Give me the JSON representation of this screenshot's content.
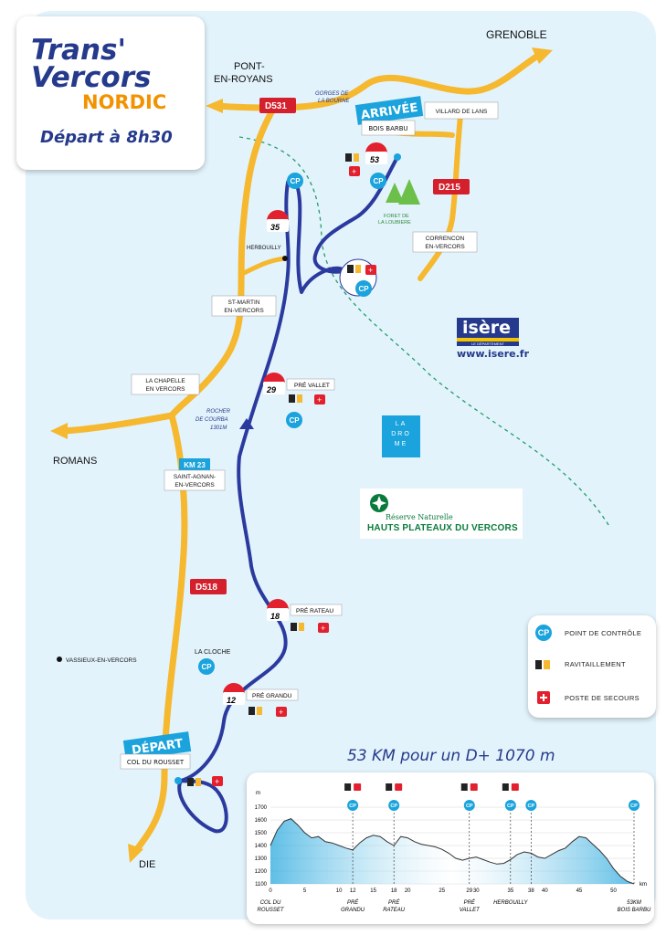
{
  "logo": {
    "line1": "Trans'",
    "line2": "Vercors",
    "line3": "NORDIC",
    "subtitle": "Départ à 8h30"
  },
  "colors": {
    "sea": "#e3f3fb",
    "road": "#f5b82e",
    "route": "#2b3a9e",
    "checkpoint": "#1aa3dc",
    "firstaid": "#e2202e",
    "brand_blue": "#253a8c",
    "brand_orange": "#f39200"
  },
  "cities": {
    "grenoble": "GRENOBLE",
    "pont_en_royans_1": "PONT-",
    "pont_en_royans_2": "EN-ROYANS",
    "romans": "ROMANS",
    "die": "DIE",
    "gorges_1": "GORGES DE",
    "gorges_2": "LA BOURNE",
    "vassieux": "VASSIEUX-EN-VERCORS",
    "la_cloche": "LA CLOCHE",
    "herbouilly": "HERBOUILLY",
    "rocher_1": "ROCHER",
    "rocher_2": "DE COURBA",
    "rocher_3": "1301M",
    "foret_1": "FORET DE",
    "foret_2": "LA LOUBIERE"
  },
  "roads": {
    "d531": "D531",
    "d215": "D215",
    "d518": "D518"
  },
  "villages": {
    "villard": "VILLARD DE LANS",
    "correncon_1": "CORRENCON",
    "correncon_2": "EN-VERCORS",
    "st_martin_1": "ST-MARTIN",
    "st_martin_2": "EN-VERCORS",
    "chapelle_1": "LA CHAPELLE",
    "chapelle_2": "EN VERCORS",
    "km23": "KM 23",
    "st_agnan_1": "SAINT-AGNAN-",
    "st_agnan_2": "EN-VERCORS",
    "depart_sub": "COL DU ROUSSET",
    "arrivee_sub": "BOIS BARBU"
  },
  "banners": {
    "depart": "DÉPART",
    "arrivee": "ARRIVÉE"
  },
  "stations": [
    {
      "km": "12",
      "unit": "km",
      "name": "PRÉ GRANDU"
    },
    {
      "km": "18",
      "unit": "km",
      "name": "PRÉ RATEAU"
    },
    {
      "km": "29",
      "unit": "km",
      "name": "PRÉ VALLET"
    },
    {
      "km": "35",
      "unit": "km",
      "name": ""
    },
    {
      "km": "53",
      "unit": "km",
      "name": ""
    }
  ],
  "cp_label": "CP",
  "legend": {
    "cp": "POINT DE CONTRÔLE",
    "food": "RAVITAILLEMENT",
    "aid": "POSTE DE SECOURS"
  },
  "isere": {
    "name": "isère",
    "tag": "LE DÉPARTEMENT",
    "url": "www.isere.fr"
  },
  "drome": [
    "LA",
    "DRO",
    "ME"
  ],
  "reserve": {
    "line1": "Réserve Naturelle",
    "line2": "HAUTS PLATEAUX DU VERCORS"
  },
  "profile": {
    "title": "53 KM pour un D+ 1070 m",
    "y_unit": "m",
    "x_unit": "km",
    "y_ticks": [
      "1100",
      "1200",
      "1300",
      "1400",
      "1500",
      "1600",
      "1700"
    ],
    "x_ticks": [
      "0",
      "5",
      "10",
      "15",
      "20",
      "25",
      "30",
      "35",
      "40",
      "45",
      "50"
    ],
    "extra_ticks": [
      "12",
      "18",
      "29",
      "38"
    ],
    "locations": [
      {
        "l1": "COL DU",
        "l2": "ROUSSET"
      },
      {
        "l1": "PRÉ",
        "l2": "GRANDU"
      },
      {
        "l1": "PRÉ",
        "l2": "RATEAU"
      },
      {
        "l1": "PRÉ",
        "l2": "VALLET"
      },
      {
        "l1": "HERBOUILLY",
        "l2": ""
      },
      {
        "l1": "53KM",
        "l2": "BOIS BARBU"
      }
    ],
    "elevation": [
      [
        0,
        1400
      ],
      [
        1,
        1520
      ],
      [
        2,
        1590
      ],
      [
        3,
        1610
      ],
      [
        4,
        1560
      ],
      [
        5,
        1500
      ],
      [
        6,
        1460
      ],
      [
        7,
        1470
      ],
      [
        8,
        1430
      ],
      [
        9,
        1420
      ],
      [
        10,
        1400
      ],
      [
        11,
        1380
      ],
      [
        12,
        1365
      ],
      [
        13,
        1420
      ],
      [
        14,
        1460
      ],
      [
        15,
        1480
      ],
      [
        16,
        1470
      ],
      [
        17,
        1430
      ],
      [
        18,
        1400
      ],
      [
        19,
        1470
      ],
      [
        20,
        1460
      ],
      [
        21,
        1430
      ],
      [
        22,
        1410
      ],
      [
        23,
        1400
      ],
      [
        24,
        1390
      ],
      [
        25,
        1370
      ],
      [
        26,
        1340
      ],
      [
        27,
        1300
      ],
      [
        28,
        1285
      ],
      [
        29,
        1300
      ],
      [
        30,
        1310
      ],
      [
        31,
        1290
      ],
      [
        32,
        1270
      ],
      [
        33,
        1255
      ],
      [
        34,
        1260
      ],
      [
        35,
        1290
      ],
      [
        36,
        1330
      ],
      [
        37,
        1350
      ],
      [
        38,
        1340
      ],
      [
        39,
        1310
      ],
      [
        40,
        1300
      ],
      [
        41,
        1330
      ],
      [
        42,
        1360
      ],
      [
        43,
        1380
      ],
      [
        44,
        1430
      ],
      [
        45,
        1470
      ],
      [
        46,
        1460
      ],
      [
        47,
        1410
      ],
      [
        48,
        1360
      ],
      [
        49,
        1300
      ],
      [
        50,
        1220
      ],
      [
        51,
        1160
      ],
      [
        52,
        1120
      ],
      [
        53,
        1100
      ]
    ]
  }
}
